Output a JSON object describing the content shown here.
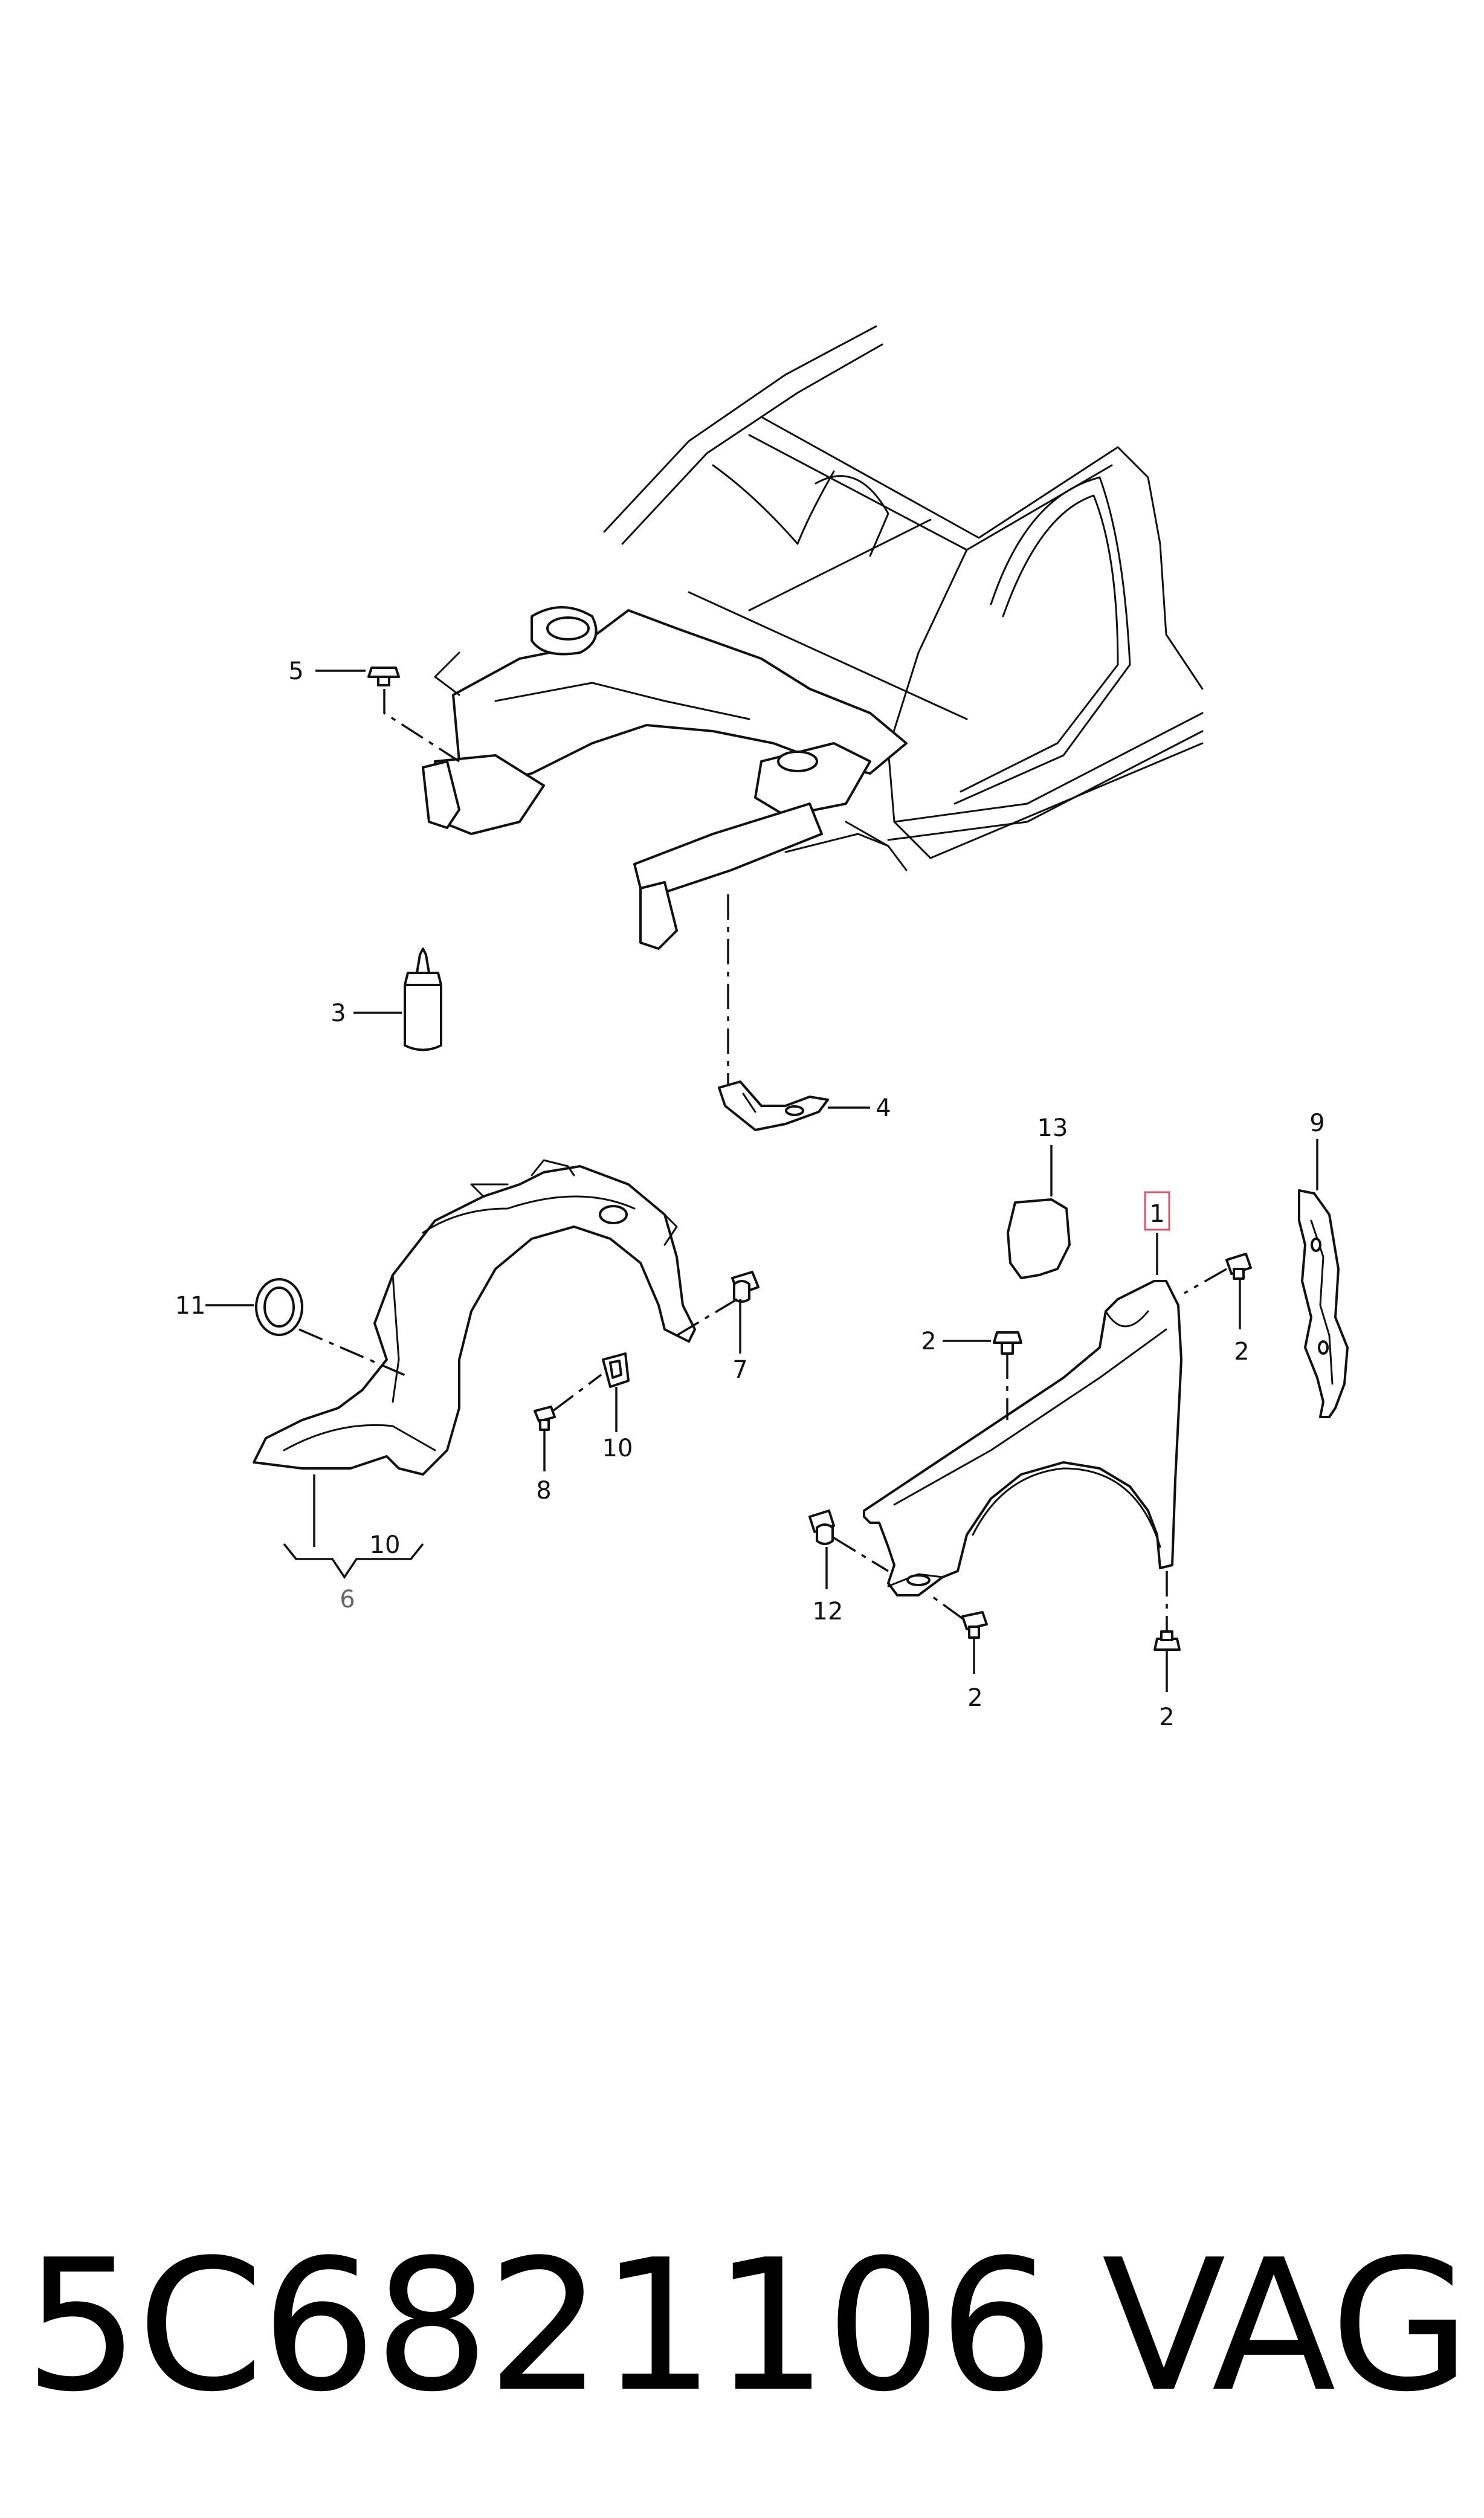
{
  "callouts": {
    "c1": "1",
    "c2a": "2",
    "c2b": "2",
    "c2c": "2",
    "c2d": "2",
    "c3": "3",
    "c4": "4",
    "c5": "5",
    "c6": "6",
    "c7": "7",
    "c8": "8",
    "c9": "9",
    "c10a": "10",
    "c10b": "10",
    "c11": "11",
    "c12": "12",
    "c13": "13"
  },
  "footer": {
    "part_number": "5C6821106",
    "brand": "VAG"
  },
  "colors": {
    "highlight": "#e0506a",
    "ink": "#111111"
  }
}
